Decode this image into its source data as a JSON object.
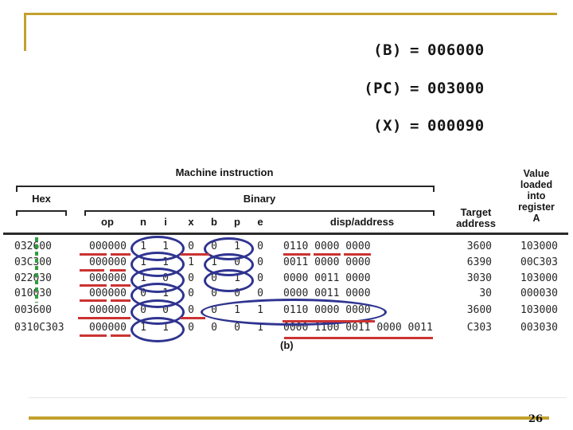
{
  "slide": {
    "page_number": "26"
  },
  "registers": {
    "items": [
      {
        "label": "(B)",
        "equals": "=",
        "value": "006000"
      },
      {
        "label": "(PC)",
        "equals": "=",
        "value": "003000"
      },
      {
        "label": "(X)",
        "equals": "=",
        "value": "000090"
      }
    ]
  },
  "figure": {
    "caption": "(b)",
    "header": {
      "machine_instruction": "Machine instruction",
      "hex": "Hex",
      "binary": "Binary",
      "columns": {
        "op": "op",
        "n": "n",
        "i": "i",
        "x": "x",
        "b": "b",
        "p": "p",
        "e": "e",
        "disp": "disp/address"
      },
      "target_line1": "Target",
      "target_line2": "address",
      "value_lines": [
        "Value",
        "loaded",
        "into",
        "register",
        "A"
      ]
    },
    "rows": [
      {
        "hex": "032600",
        "op": "000000",
        "n": "1",
        "i": "1",
        "x": "0",
        "b": "0",
        "p": "1",
        "e": "0",
        "disp": "0110 0000 0000",
        "target": "3600",
        "value": "103000"
      },
      {
        "hex": "03C300",
        "op": "000000",
        "n": "1",
        "i": "1",
        "x": "1",
        "b": "1",
        "p": "0",
        "e": "0",
        "disp": "0011 0000 0000",
        "target": "6390",
        "value": "00C303"
      },
      {
        "hex": "022030",
        "op": "000000",
        "n": "1",
        "i": "0",
        "x": "0",
        "b": "0",
        "p": "1",
        "e": "0",
        "disp": "0000 0011 0000",
        "target": "3030",
        "value": "103000"
      },
      {
        "hex": "010030",
        "op": "000000",
        "n": "0",
        "i": "1",
        "x": "0",
        "b": "0",
        "p": "0",
        "e": "0",
        "disp": "0000 0011 0000",
        "target": "30",
        "value": "000030"
      },
      {
        "hex": "003600",
        "op": "000000",
        "n": "0",
        "i": "0",
        "x": "0",
        "b": "0",
        "p": "1",
        "e": "1",
        "disp": "0110 0000 0000",
        "target": "3600",
        "value": "103000"
      },
      {
        "hex": "0310C303",
        "op": "000000",
        "n": "1",
        "i": "1",
        "x": "0",
        "b": "0",
        "p": "0",
        "e": "1",
        "disp": "0000 1100 0011 0000 0011",
        "target": "C303",
        "value": "003030"
      }
    ]
  },
  "colors": {
    "gold_line": "#C2A12E",
    "annotation_blue": "#2F3490",
    "annotation_red": "#CC3333",
    "annotation_green": "#2E9E3E",
    "text": "#1A1A1A"
  }
}
